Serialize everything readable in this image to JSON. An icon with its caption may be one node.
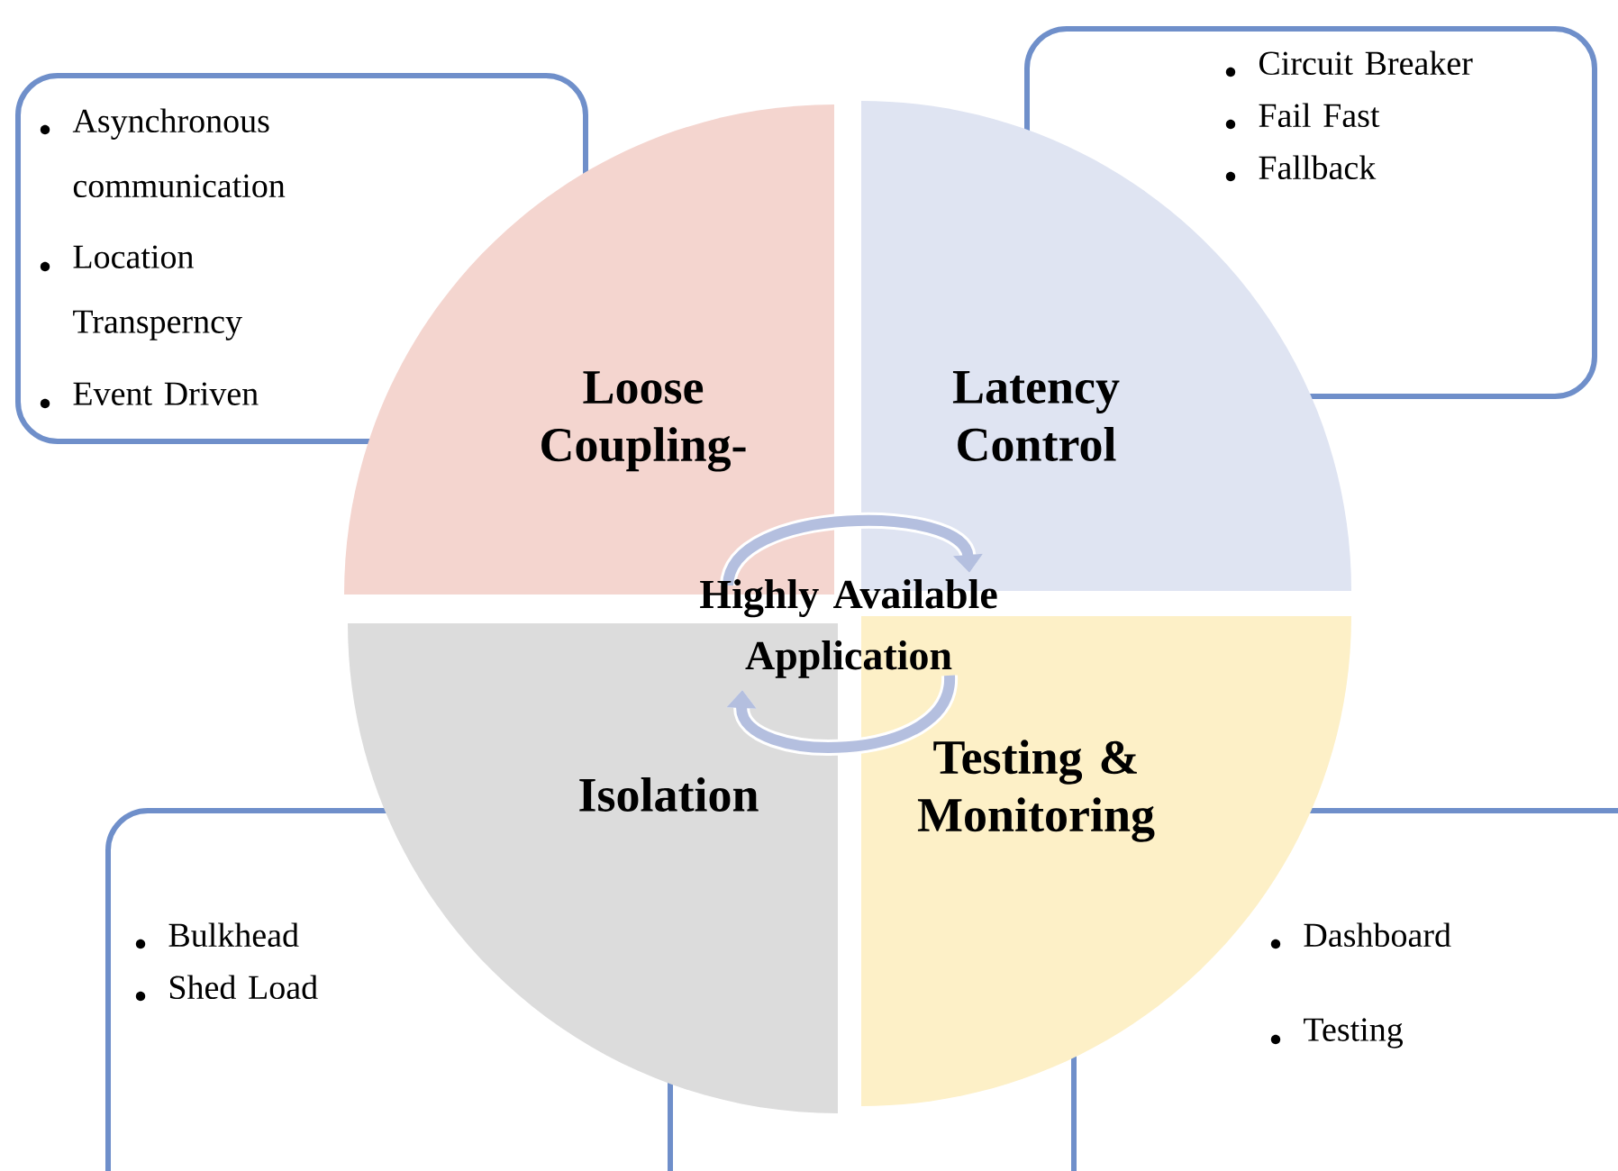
{
  "diagram": {
    "nodes": [
      {
        "text": [
          "Asynchronous communication",
          "Location Transperncy",
          "Event Driven"
        ]
      },
      {
        "text": [
          "Circuit Breaker",
          "Fail Fast",
          "Fallback"
        ]
      },
      {
        "text": [
          "Loose Coupling-"
        ]
      },
      {
        "text": [
          "Latency Control"
        ]
      },
      {
        "text": [
          "Highly Available Application"
        ]
      },
      {
        "text": [
          "Isolation"
        ]
      },
      {
        "text": [
          "Testing  & Monitoring"
        ]
      },
      {
        "text": [
          "Bulkhead",
          "Shed Load"
        ]
      },
      {
        "text": [
          "Dashboard",
          "Testing"
        ]
      }
    ]
  }
}
